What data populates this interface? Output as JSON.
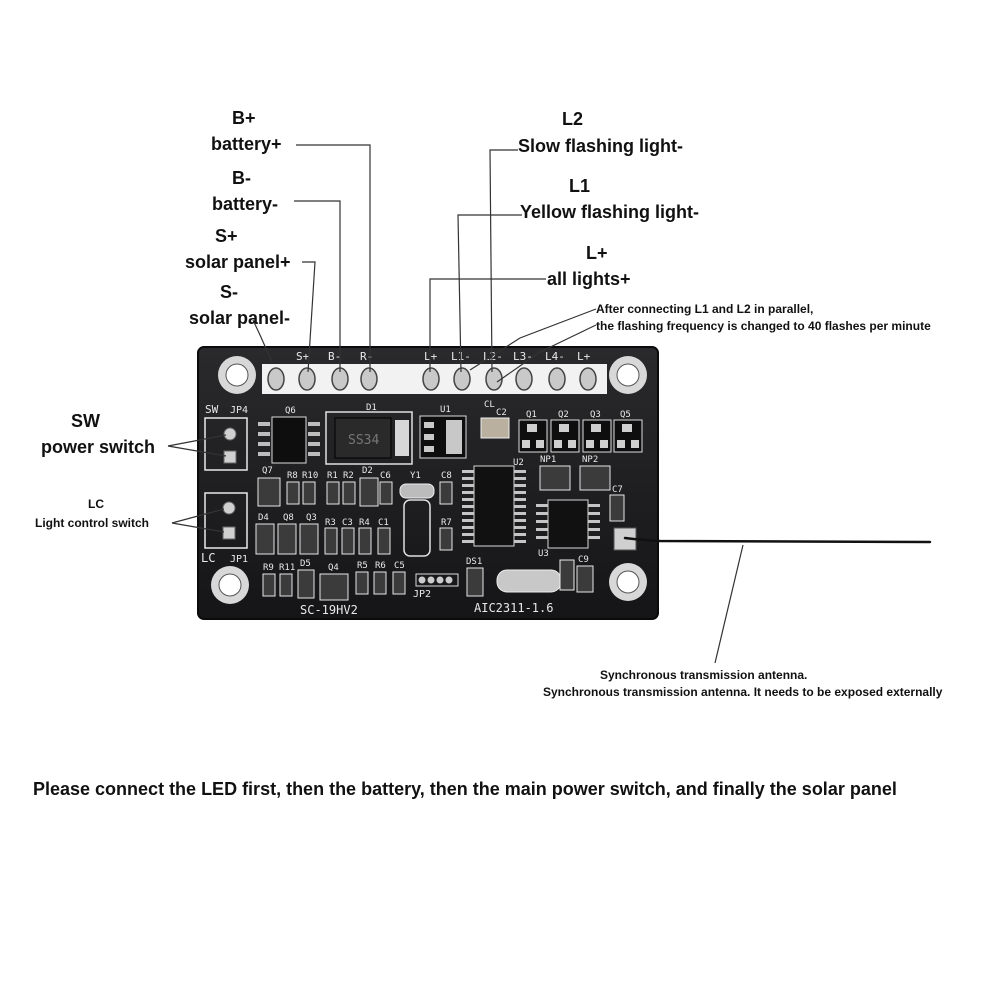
{
  "labels": {
    "b_plus_code": "B+",
    "b_plus_name": "battery+",
    "b_minus_code": "B-",
    "b_minus_name": "battery-",
    "s_plus_code": "S+",
    "s_plus_name": "solar panel+",
    "s_minus_code": "S-",
    "s_minus_name": "solar panel-",
    "l2_code": "L2",
    "l2_name": "Slow flashing light-",
    "l1_code": "L1",
    "l1_name": "Yellow flashing light-",
    "lp_code": "L+",
    "lp_name": "all lights+",
    "note_line1": "After connecting L1 and L2 in parallel,",
    "note_line2": "the flashing frequency is changed to 40 flashes per minute",
    "sw_code": "SW",
    "sw_name": "power switch",
    "lc_code": "LC",
    "lc_name": "Light control switch",
    "antenna_line1": "Synchronous transmission antenna.",
    "antenna_line2": "Synchronous transmission antenna. It needs to be exposed externally"
  },
  "instruction": "Please connect the LED first, then the battery, then the main power switch, and finally the solar panel",
  "board": {
    "pads_left": [
      "S+",
      "B-",
      "R-"
    ],
    "pads_right": [
      "L+",
      "L1-",
      "L2-",
      "L3-",
      "L4-",
      "L+"
    ],
    "model": "SC-19HV2",
    "version": "AIC2311-1.6",
    "switch_label": "SW",
    "switch_jumper": "JP4",
    "light_label": "LC",
    "light_jumper": "JP1",
    "jumper2": "JP2",
    "diode_marking": "SS34",
    "refs": {
      "q6": "Q6",
      "d1": "D1",
      "u1": "U1",
      "c1_top": "CL",
      "c2": "C2",
      "q1": "Q1",
      "q2": "Q2",
      "q3": "Q3",
      "q5": "Q5",
      "q7": "Q7",
      "r8": "R8",
      "r10": "R10",
      "r1": "R1",
      "r2": "R2",
      "d2": "D2",
      "c6": "C6",
      "y1": "Y1",
      "c8": "C8",
      "u2": "U2",
      "np1": "NP1",
      "np2": "NP2",
      "c7": "C7",
      "d4": "D4",
      "q8": "Q8",
      "q3b": "Q3",
      "r3": "R3",
      "c3": "C3",
      "r4": "R4",
      "c1": "C1",
      "r7": "R7",
      "u3": "U3",
      "r9": "R9",
      "r11": "R11",
      "d5": "D5",
      "q4": "Q4",
      "r5": "R5",
      "r6": "R6",
      "c5": "C5",
      "ds1": "DS1",
      "c9": "C9"
    }
  },
  "colors": {
    "board": "#1b1b1d",
    "silk": "#e9e9e9",
    "text": "#111111",
    "leader": "#333333"
  }
}
